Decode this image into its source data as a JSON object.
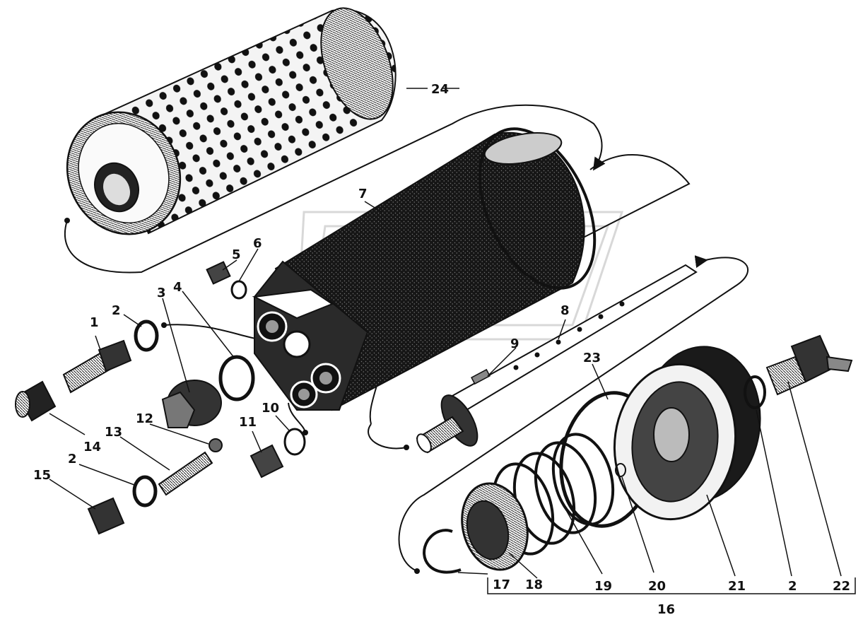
{
  "callouts": {
    "n1": "1",
    "n2a": "2",
    "n2b": "2",
    "n2c": "2",
    "n3": "3",
    "n4": "4",
    "n5": "5",
    "n6": "6",
    "n7": "7",
    "n8": "8",
    "n9": "9",
    "n10": "10",
    "n11": "11",
    "n12": "12",
    "n13": "13",
    "n14": "14",
    "n15": "15",
    "n16": "16",
    "n17": "17",
    "n18": "18",
    "n19": "19",
    "n20": "20",
    "n21": "21",
    "n22": "22",
    "n23": "23",
    "n24": "24"
  },
  "colors": {
    "ink": "#111111",
    "paper": "#ffffff",
    "watermark": "#d8d8d8"
  }
}
